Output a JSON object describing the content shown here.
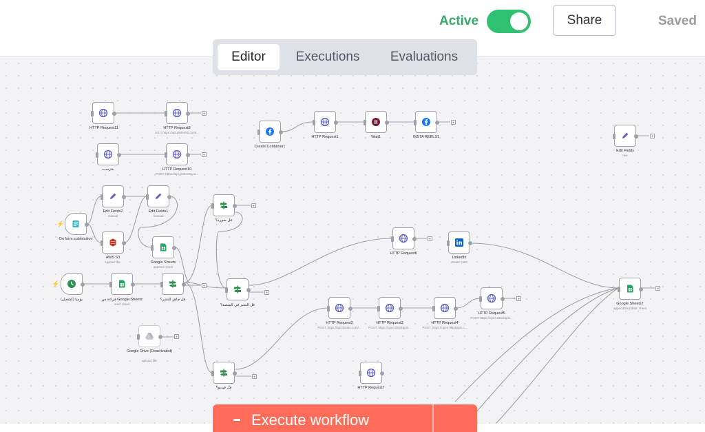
{
  "header": {
    "active_label": "Active",
    "active_on": true,
    "share_label": "Share",
    "saved_label": "Saved"
  },
  "tabs": [
    {
      "label": "Editor",
      "selected": true
    },
    {
      "label": "Executions",
      "selected": false
    },
    {
      "label": "Evaluations",
      "selected": false
    }
  ],
  "colors": {
    "accent_green": "#2fc071",
    "execute_orange": "#ff6d5a",
    "http_icon": "#5b5fc7",
    "sheets_green": "#21a464",
    "facebook_blue": "#1877f2",
    "linkedin_blue": "#0a66c2"
  },
  "execute_button": {
    "label": "Execute workflow"
  },
  "nodes": {
    "http_req11": {
      "label": "HTTP Request11",
      "sub": "",
      "icon": "globe-icon"
    },
    "http_req8": {
      "label": "HTTP Request8",
      "sub": "GET: https://api.pinterest.com/...",
      "icon": "globe-icon"
    },
    "pinterest_ar": {
      "label": "بنترست",
      "sub": "",
      "icon": "globe-icon"
    },
    "http_req10": {
      "label": "HTTP Request10",
      "sub": "POST: https://api.pinterest.co...",
      "icon": "globe-icon"
    },
    "create_container": {
      "label": "Create Container1",
      "sub": "",
      "icon": "facebook-icon"
    },
    "http_req1": {
      "label": "HTTP Request1",
      "sub": "",
      "icon": "globe-icon"
    },
    "wait1": {
      "label": "Wait1",
      "sub": "",
      "icon": "pause-icon"
    },
    "insta_reels": {
      "label": "INSTA REELS1",
      "sub": "",
      "icon": "facebook-icon"
    },
    "edit_fields_top": {
      "label": "Edit Fields",
      "sub": "raw",
      "icon": "pen-icon"
    },
    "edit_fields2": {
      "label": "Edit Fields2",
      "sub": "manual",
      "icon": "pen-icon"
    },
    "edit_fields1": {
      "label": "Edit Fields1",
      "sub": "manual",
      "icon": "pen-icon"
    },
    "on_form": {
      "label": "On form submission",
      "sub": "",
      "icon": "form-icon"
    },
    "aws_s3": {
      "label": "AWS S3",
      "sub": "upload: file",
      "icon": "aws-s3-icon"
    },
    "google_sheets_1": {
      "label": "Google Sheets",
      "sub": "append: sheet",
      "icon": "sheets-icon"
    },
    "if_image": {
      "label": "فل صورة؟",
      "sub": "",
      "icon": "switch-icon"
    },
    "schedule": {
      "label": "يوميا (كشغيل)",
      "sub": "",
      "icon": "clock-icon"
    },
    "sheets_read": {
      "label": "قراءة من Google Sheets",
      "sub": "read: sheet",
      "icon": "sheets-icon"
    },
    "if_posted": {
      "label": "فل جاهز للنشر؟",
      "sub": "",
      "icon": "switch-icon"
    },
    "if_platform": {
      "label": "فل النشر في المنصة؟",
      "sub": "",
      "icon": "switch-icon"
    },
    "http_req6": {
      "label": "HTTP Request6",
      "sub": "",
      "icon": "globe-icon"
    },
    "linkedin": {
      "label": "LinkedIn",
      "sub": "create: post",
      "icon": "linkedin-icon"
    },
    "google_sheets7": {
      "label": "Google Sheets7",
      "sub": "appendOrUpdate: sheet",
      "icon": "sheets-icon"
    },
    "http_req2": {
      "label": "HTTP Request2",
      "sub": "POST: https://api.blotato.com/...",
      "icon": "globe-icon"
    },
    "http_req3": {
      "label": "HTTP Request3",
      "sub": "POST: https://open.tiktokapis...",
      "icon": "globe-icon"
    },
    "http_req4": {
      "label": "HTTP Request4",
      "sub": "POST: https://open.tiktokapis.c...",
      "icon": "globe-icon"
    },
    "http_req5": {
      "label": "HTTP Request5",
      "sub": "POST: https://open.tiktokapis...",
      "icon": "globe-icon"
    },
    "google_drive": {
      "label": "Google Drive (Deactivated)",
      "sub": "upload: file",
      "icon": "drive-icon"
    },
    "if_video": {
      "label": "فل فيديو؟",
      "sub": "",
      "icon": "switch-icon"
    },
    "http_req7": {
      "label": "HTTP Request7",
      "sub": "",
      "icon": "globe-icon"
    }
  }
}
